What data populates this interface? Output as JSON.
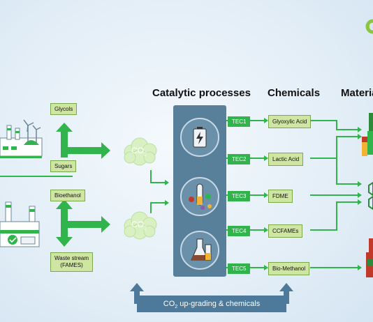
{
  "headings": {
    "catalytic": "Catalytic processes",
    "chemicals": "Chemicals",
    "materials": "Materia"
  },
  "top_source": {
    "glycols": "Glycols",
    "sugars": "Sugars"
  },
  "bottom_source": {
    "bioethanol": "Bioethanol",
    "waste_line1": "Waste stream",
    "waste_line2": "(FAMES)"
  },
  "co2_cloud": {
    "main": "CO",
    "sub": "2"
  },
  "tec_labels": [
    "TEC1",
    "TEC2",
    "TEC3",
    "TEC4",
    "TEC5"
  ],
  "chemicals": [
    "Glyoxylic Acid",
    "Lactic Acid",
    "FDME",
    "CCFAMEs",
    "Bio-Methanol"
  ],
  "bottom_bar": {
    "prefix": "CO",
    "sub": "2",
    "suffix": " up-grading & chemicals"
  },
  "colors": {
    "green": "#31b44b",
    "panel": "#58809b",
    "bar": "#4d7a9a",
    "tag": "#cfe5a2"
  }
}
